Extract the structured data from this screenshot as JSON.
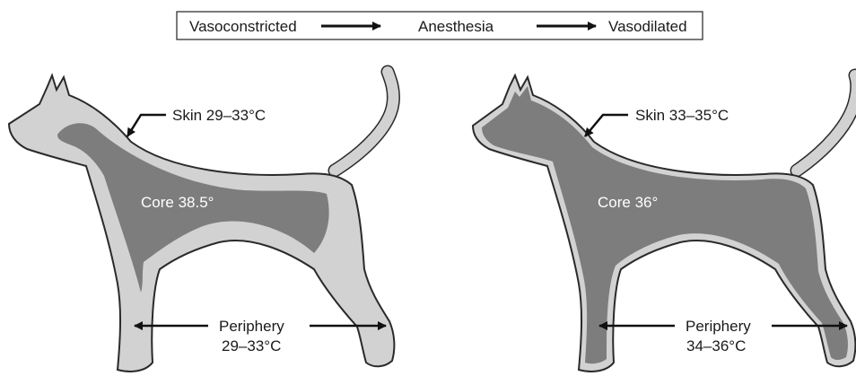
{
  "header": {
    "state_start": "Vasoconstricted",
    "state_mid": "Anesthesia",
    "state_end": "Vasodilated"
  },
  "left_dog": {
    "skin": "Skin 29–33°C",
    "core": "Core 38.5°",
    "periphery_title": "Periphery",
    "periphery_range": "29–33°C"
  },
  "right_dog": {
    "skin": "Skin 33–35°C",
    "core": "Core 36°",
    "periphery_title": "Periphery",
    "periphery_range": "34–36°C"
  },
  "colors": {
    "skin_fill": "#d2d2d2",
    "core_fill": "#7d7d7d",
    "outline": "#2a2a2a"
  }
}
